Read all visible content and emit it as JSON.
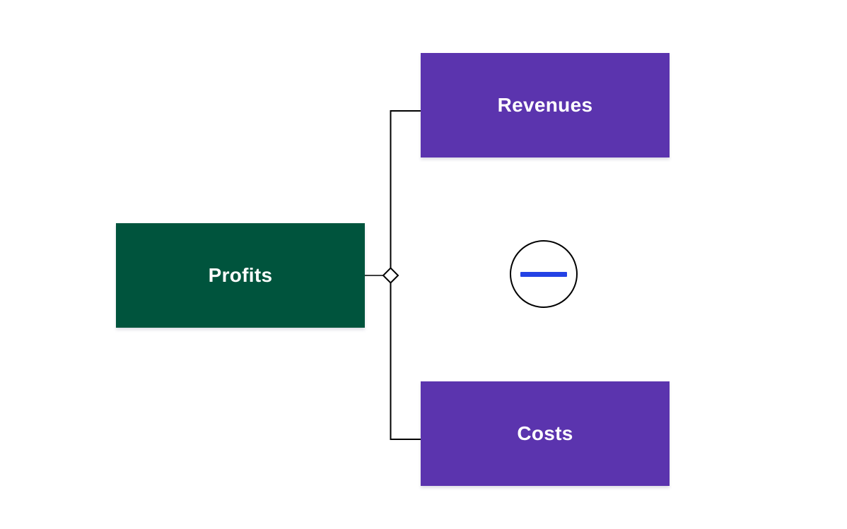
{
  "diagram": {
    "nodes": {
      "profits": {
        "label": "Profits",
        "color": "#00543D",
        "text_color": "#FFFFFF"
      },
      "revenues": {
        "label": "Revenues",
        "color": "#5B34AE",
        "text_color": "#FFFFFF"
      },
      "costs": {
        "label": "Costs",
        "color": "#5B34AE",
        "text_color": "#FFFFFF"
      }
    },
    "operator": {
      "name": "minus",
      "color": "#2442E5"
    },
    "connector": {
      "color": "#000000",
      "junction_shape": "diamond"
    }
  }
}
